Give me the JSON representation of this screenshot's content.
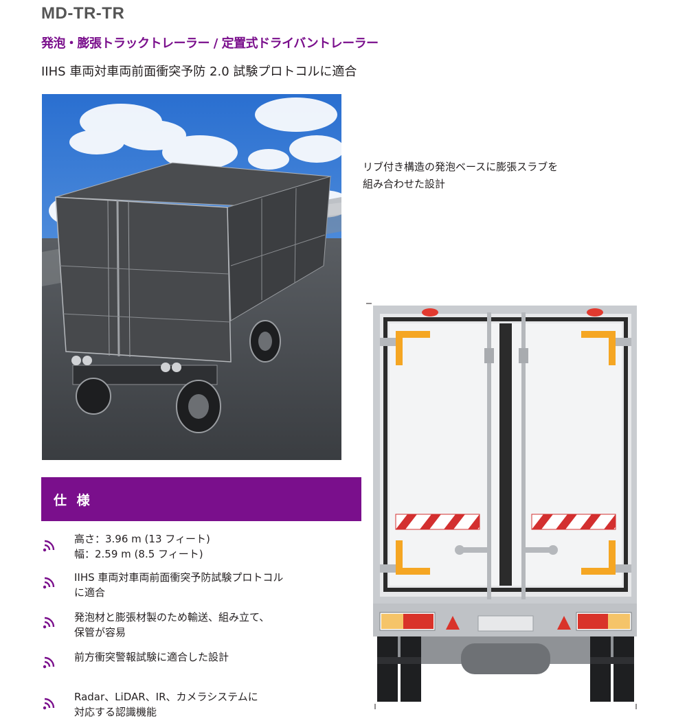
{
  "header": {
    "model": "MD-TR-TR",
    "subtitle": "発泡・膨張トラックトレーラー / 定置式ドライバントレーラー",
    "compliance": "IIHS 車両対車両前面衝突予防 2.0 試験プロトコルに適合"
  },
  "caption": "リブ付き構造の発泡ベースに膨張スラブを\n組み合わせた設計",
  "specs": {
    "heading": "仕 様",
    "items": [
      {
        "text": "高さ：3.96 m (13 フィート)\n幅：2.59 m (8.5 フィート)",
        "icon": "signal-waves-icon"
      },
      {
        "text": "IIHS 車両対車両前面衝突予防試験プロトコル\nに適合",
        "icon": "signal-waves-icon"
      },
      {
        "text": "発泡材と膨張材製のため輸送、組み立て、\n保管が容易",
        "icon": "signal-waves-icon"
      },
      {
        "text": "前方衝突警報試験に適合した設計",
        "icon": "signal-waves-icon"
      },
      {
        "text": "Radar、LiDAR、IR、カメラシステムに\n対応する認識機能",
        "icon": "signal-waves-icon"
      }
    ]
  },
  "colors": {
    "brand_purple": "#7a0f8c",
    "model_gray": "#555555"
  }
}
